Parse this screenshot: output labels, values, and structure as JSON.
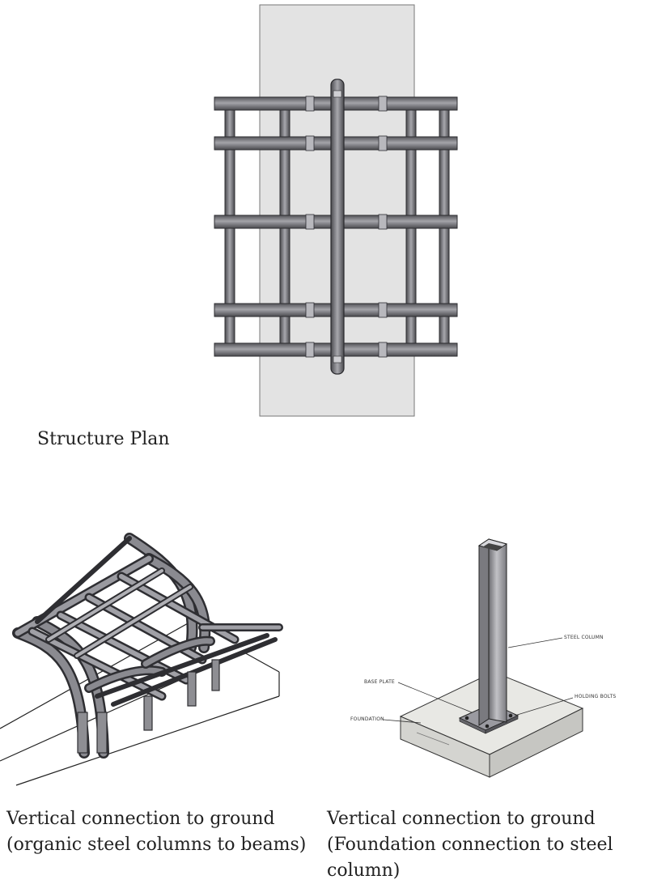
{
  "captions": {
    "plan": "Structure Plan",
    "left_line1": "Vertical connection to ground",
    "left_line2": "(organic steel columns to beams)",
    "right_line1": "Vertical connection to ground",
    "right_line2": "(Foundation connection to steel column)"
  },
  "detail_labels": {
    "steel_column": "STEEL COLUMN",
    "base_plate": "BASE PLATE",
    "holding_bolts": "HOLDING BOLTS",
    "foundation": "FOUNDATION"
  },
  "colors": {
    "slab": "#e3e3e3",
    "steel": "#8e8e93",
    "steel_dark": "#3a3a3e",
    "concrete": "#e6e6e2"
  }
}
